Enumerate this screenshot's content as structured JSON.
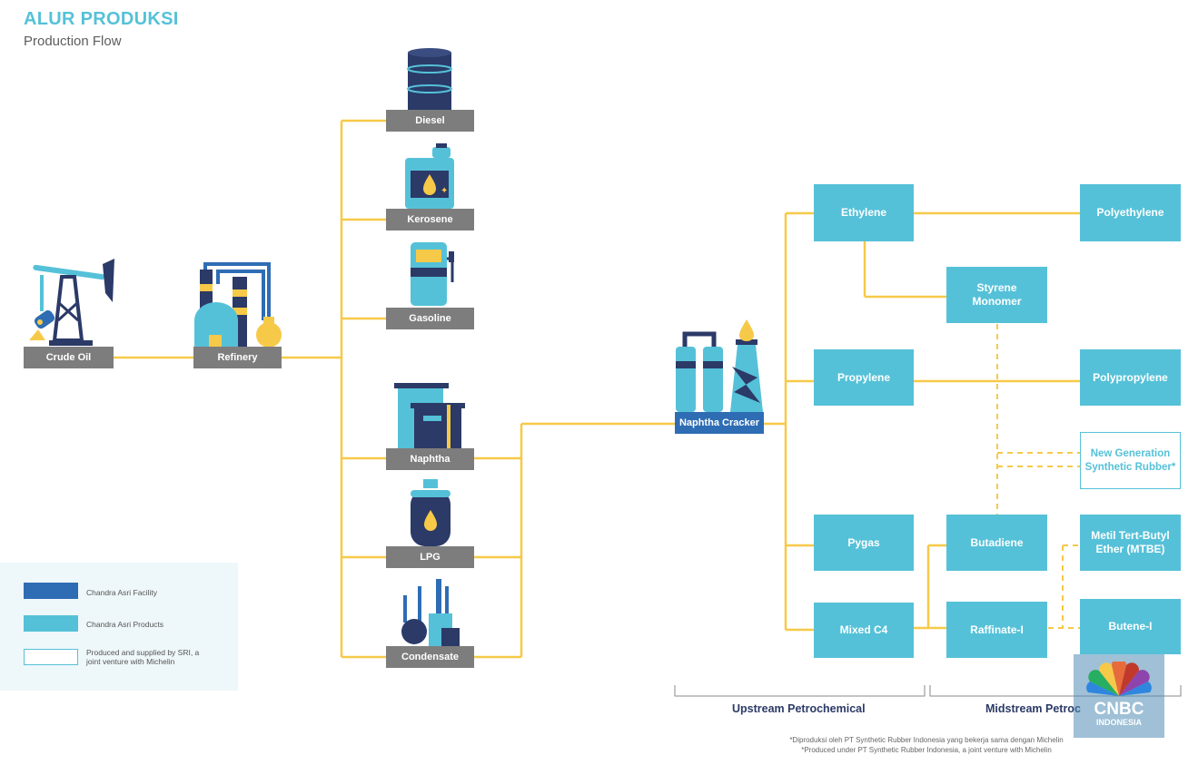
{
  "header": {
    "title": "ALUR PRODUKSI",
    "subtitle": "Production Flow"
  },
  "nodes": {
    "crude_oil": "Crude Oil",
    "refinery": "Refinery",
    "diesel": "Diesel",
    "kerosene": "Kerosene",
    "gasoline": "Gasoline",
    "naphtha": "Naphtha",
    "lpg": "LPG",
    "condensate": "Condensate",
    "naphtha_cracker": "Naphtha Cracker",
    "ethylene": "Ethylene",
    "polyethylene": "Polyethylene",
    "styrene_1": "Styrene",
    "styrene_2": "Monomer",
    "propylene": "Propylene",
    "polypropylene": "Polypropylene",
    "new_gen_1": "New Generation",
    "new_gen_2": "Synthetic Rubber*",
    "pygas": "Pygas",
    "butadiene": "Butadiene",
    "mtbe_1": "Metil Tert-Butyl",
    "mtbe_2": "Ether (MTBE)",
    "mixed_c4": "Mixed C4",
    "raffinate": "Raffinate-I",
    "butene": "Butene-I"
  },
  "legend": {
    "facility": "Chandra Asri Facility",
    "products": "Chandra Asri Products",
    "sri_1": "Produced and supplied by SRI, a",
    "sri_2": "joint venture with Michelin"
  },
  "brackets": {
    "upstream": "Upstream Petrochemical",
    "midstream": "Midstream Petroc"
  },
  "footnote": {
    "line1": "*Diproduksi oleh PT Synthetic Rubber Indonesia yang bekerja sama dengan Michelin",
    "line2": "*Produced under PT Synthetic Rubber Indonesia, a joint venture with Michelin"
  },
  "watermark": {
    "line1": "CNBC",
    "line2": "INDONESIA"
  },
  "colors": {
    "accent": "#55c1d8",
    "facility": "#2e6db4",
    "label_gray": "#7d7d7d",
    "connector": "#f7c948",
    "navy": "#2b3a67"
  }
}
